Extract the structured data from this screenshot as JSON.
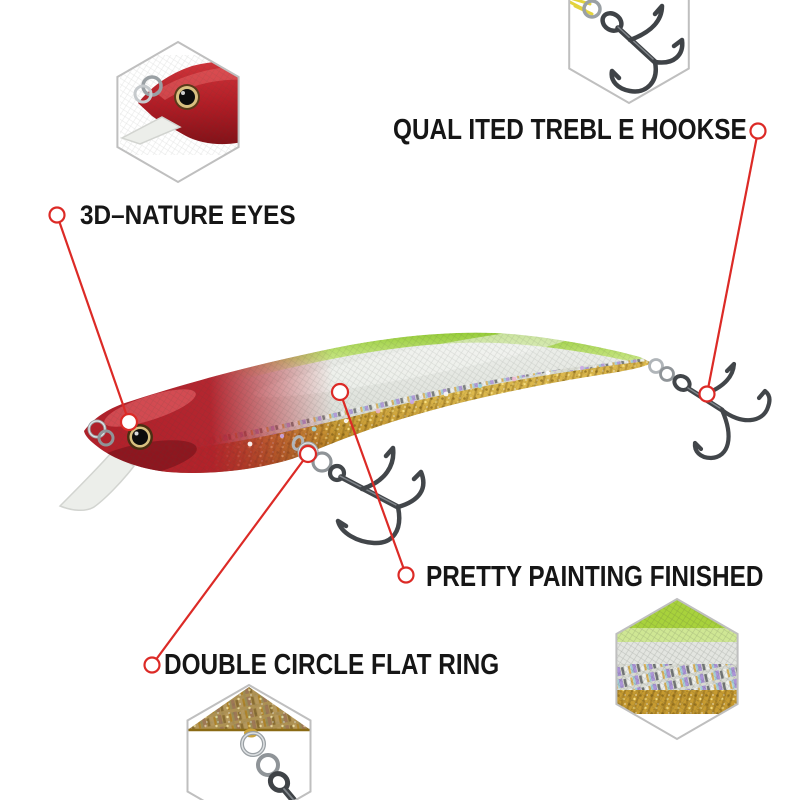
{
  "product_annotation": {
    "background_color": "#ffffff",
    "accent_color": "#dc2a26",
    "text_color": "#161616",
    "hex_border_color": "#bfbfbf",
    "callouts": [
      {
        "label": "QUAL ITED TREBL E HOOKSE",
        "marker": "circle-endpoints",
        "points_to": "tail-treble-hook"
      },
      {
        "label": "3D–NATURE EYES",
        "marker": "circle-endpoints",
        "points_to": "lure-eye"
      },
      {
        "label": "PRETTY PAINTING FINISHED",
        "marker": "circle-endpoints",
        "points_to": "body-paint"
      },
      {
        "label": "DOUBLE CIRCLE FLAT RING",
        "marker": "circle-endpoints",
        "points_to": "belly-hook-ring"
      }
    ],
    "insets": [
      {
        "icon": "head-eye-closeup-hexagon"
      },
      {
        "icon": "treble-hook-closeup-hexagon"
      },
      {
        "icon": "scale-pattern-closeup-hexagon"
      },
      {
        "icon": "belly-split-ring-closeup-hexagon"
      }
    ],
    "lure_colors": {
      "head_red": "#b2202a",
      "back_green": "#a8d23c",
      "side_silver": "#dfe2dc",
      "belly_gold": "#c79b30",
      "hook_metal": "#42464a",
      "lip_clear": "#e9ebe7"
    }
  }
}
